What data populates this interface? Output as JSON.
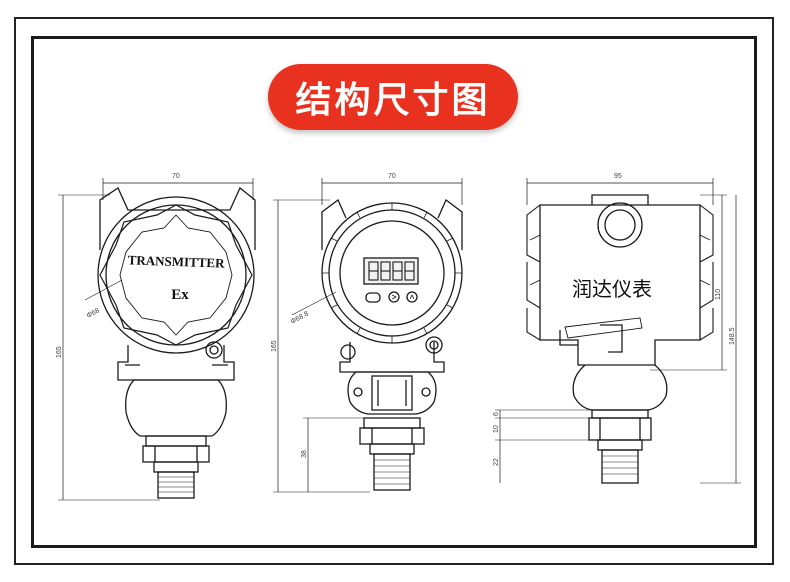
{
  "title": "结构尺寸图",
  "views": {
    "front": {
      "cover_line1": "TRANSMITTER",
      "cover_line2": "Ex",
      "dim_width": "70",
      "dim_height": "165",
      "dim_dia": "Φ68"
    },
    "side": {
      "dim_width": "70",
      "dim_height": "165",
      "dim_dia": "Φ68.8",
      "dim_thread": "38"
    },
    "rear": {
      "dim_width": "95",
      "dim_body": "110",
      "dim_total": "148.5",
      "dim_a": "6",
      "dim_b": "10",
      "dim_c": "22",
      "watermark": "润达仪表"
    }
  },
  "colors": {
    "accent": "#e8321f",
    "line": "#1a1a1a"
  }
}
